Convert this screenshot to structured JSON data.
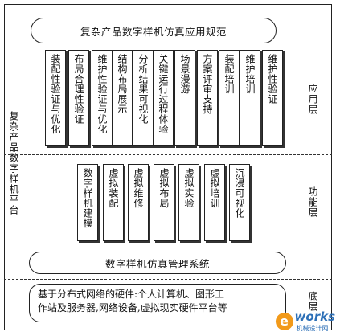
{
  "title": "复杂产品数字样机仿真应用规范",
  "platform_label": "复杂产品数字样机平台",
  "layers": {
    "application": "应用层",
    "function": "功能层",
    "base": "底层"
  },
  "application_items": [
    "装配性验证与优化",
    "布局合理性验证",
    "维护性验证与优化",
    "结构布局展示",
    "分析结果可视化",
    "关键运行过程体验",
    "场景漫游",
    "方案评审支持",
    "装配培训",
    "维护培训",
    "维护性验证"
  ],
  "function_items": [
    "数字样机建模",
    "虚拟装配",
    "虚拟维修",
    "虚拟布局",
    "虚拟实验",
    "虚拟培训",
    "沉浸可视化"
  ],
  "management_system": "数字样机仿真管理系统",
  "hardware": {
    "line1": "基于分布式网络的硬件:个人计算机、图形工",
    "line2": "作站及服务器,网络设备,虚拟现实硬件平台等"
  },
  "watermark": {
    "logo_letter": "e",
    "text": "works",
    "cn": "机械设计网"
  }
}
